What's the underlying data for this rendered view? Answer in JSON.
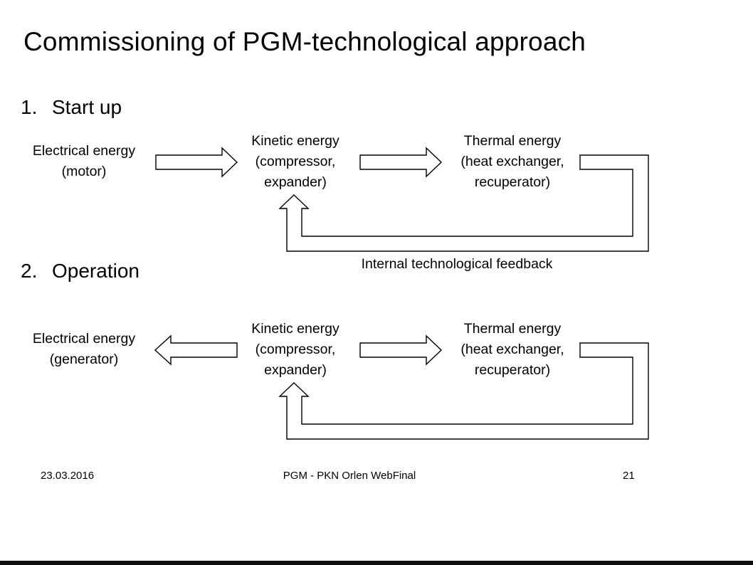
{
  "slide": {
    "title": "Commissioning of PGM-technological approach",
    "colors": {
      "background": "#ffffff",
      "text": "#000000",
      "arrow_fill": "#ffffff",
      "arrow_stroke": "#000000"
    },
    "sections": [
      {
        "number": "1.",
        "heading": "Start up",
        "nodes": [
          {
            "id": "electrical",
            "lines": [
              "Electrical energy",
              "(motor)"
            ]
          },
          {
            "id": "kinetic",
            "lines": [
              "Kinetic energy",
              "(compressor,",
              "expander)"
            ]
          },
          {
            "id": "thermal",
            "lines": [
              "Thermal energy",
              "(heat exchanger,",
              "recuperator)"
            ]
          }
        ],
        "connectors": [
          {
            "type": "block-arrow",
            "direction": "right",
            "from": "electrical",
            "to": "kinetic"
          },
          {
            "type": "block-arrow",
            "direction": "right",
            "from": "kinetic",
            "to": "thermal"
          },
          {
            "type": "feedback-loop",
            "direction": "up",
            "from": "thermal",
            "to": "kinetic"
          }
        ],
        "feedback_label": "Internal technological feedback"
      },
      {
        "number": "2.",
        "heading": "Operation",
        "nodes": [
          {
            "id": "electrical",
            "lines": [
              "Electrical energy",
              "(generator)"
            ]
          },
          {
            "id": "kinetic",
            "lines": [
              "Kinetic energy",
              "(compressor,",
              "expander)"
            ]
          },
          {
            "id": "thermal",
            "lines": [
              "Thermal energy",
              "(heat exchanger,",
              "recuperator)"
            ]
          }
        ],
        "connectors": [
          {
            "type": "block-arrow",
            "direction": "left",
            "from": "kinetic",
            "to": "electrical"
          },
          {
            "type": "block-arrow",
            "direction": "right",
            "from": "kinetic",
            "to": "thermal"
          },
          {
            "type": "feedback-loop",
            "direction": "up",
            "from": "thermal",
            "to": "kinetic"
          }
        ]
      }
    ],
    "footer": {
      "date": "23.03.2016",
      "doc": "PGM - PKN Orlen WebFinal",
      "page": "21"
    }
  }
}
